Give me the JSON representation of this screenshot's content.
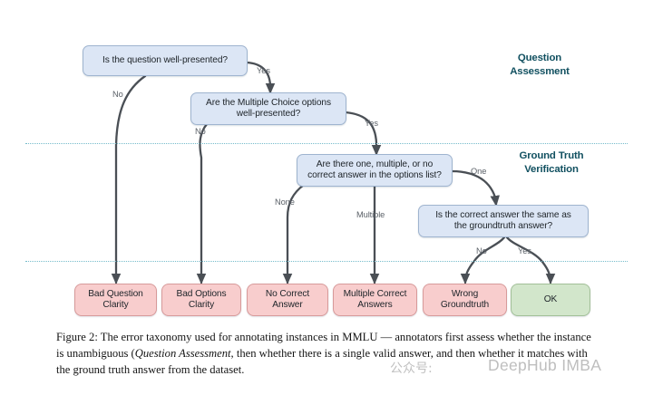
{
  "figure": {
    "type": "flowchart",
    "bands": [
      {
        "id": "question-assessment",
        "title_line1": "Question",
        "title_line2": "Assessment"
      },
      {
        "id": "ground-truth-verification",
        "title_line1": "Ground Truth",
        "title_line2": "Verification"
      }
    ],
    "nodes": [
      {
        "id": "q1",
        "kind": "decision",
        "line1": "Is the question well-presented?",
        "line2": ""
      },
      {
        "id": "q2",
        "kind": "decision",
        "line1": "Are the Multiple Choice options",
        "line2": "well-presented?"
      },
      {
        "id": "q3",
        "kind": "decision",
        "line1": "Are there one, multiple, or no",
        "line2": "correct answer in  the options list?"
      },
      {
        "id": "q4",
        "kind": "decision",
        "line1": "Is the correct answer the same as",
        "line2": "the groundtruth answer?"
      },
      {
        "id": "t1",
        "kind": "terminal-bad",
        "line1": "Bad Question",
        "line2": "Clarity"
      },
      {
        "id": "t2",
        "kind": "terminal-bad",
        "line1": "Bad Options",
        "line2": "Clarity"
      },
      {
        "id": "t3",
        "kind": "terminal-bad",
        "line1": "No Correct",
        "line2": "Answer"
      },
      {
        "id": "t4",
        "kind": "terminal-bad",
        "line1": "Multiple Correct",
        "line2": "Answers"
      },
      {
        "id": "t5",
        "kind": "terminal-bad",
        "line1": "Wrong",
        "line2": "Groundtruth"
      },
      {
        "id": "t6",
        "kind": "terminal-good",
        "line1": "OK",
        "line2": ""
      }
    ],
    "edges": [
      {
        "id": "e-q1-no",
        "from": "q1",
        "to": "t1",
        "label": "No"
      },
      {
        "id": "e-q1-yes",
        "from": "q1",
        "to": "q2",
        "label": "Yes"
      },
      {
        "id": "e-q2-no",
        "from": "q2",
        "to": "t2",
        "label": "No"
      },
      {
        "id": "e-q2-yes",
        "from": "q2",
        "to": "q3",
        "label": "Yes"
      },
      {
        "id": "e-q3-none",
        "from": "q3",
        "to": "t3",
        "label": "None"
      },
      {
        "id": "e-q3-multiple",
        "from": "q3",
        "to": "t4",
        "label": "Multiple"
      },
      {
        "id": "e-q3-one",
        "from": "q3",
        "to": "q4",
        "label": "One"
      },
      {
        "id": "e-q4-no",
        "from": "q4",
        "to": "t5",
        "label": "No"
      },
      {
        "id": "e-q4-yes",
        "from": "q4",
        "to": "t6",
        "label": "Yes"
      }
    ],
    "colors": {
      "decision_fill": "#dce6f5",
      "decision_stroke": "#9fb4cf",
      "bad_fill": "#f8cdcd",
      "bad_stroke": "#d79a9a",
      "good_fill": "#d2e6cb",
      "good_stroke": "#a2bf98",
      "band_line": "#6fb9c9",
      "band_title": "#115060",
      "edge_stroke": "#4a4f55",
      "edge_label": "#5b6168"
    }
  },
  "caption": {
    "prefix": "Figure 2: ",
    "part1": "The error taxonomy used for annotating instances in MMLU — annotators first assess whether the instance is unambiguous (",
    "emphasis": "Question Assessment",
    "part2": ", then whether there is a single valid answer, and then whether it matches with the ground truth answer from the dataset."
  },
  "watermark": {
    "chinese": "公众号:",
    "english": "DeepHub IMBA"
  }
}
